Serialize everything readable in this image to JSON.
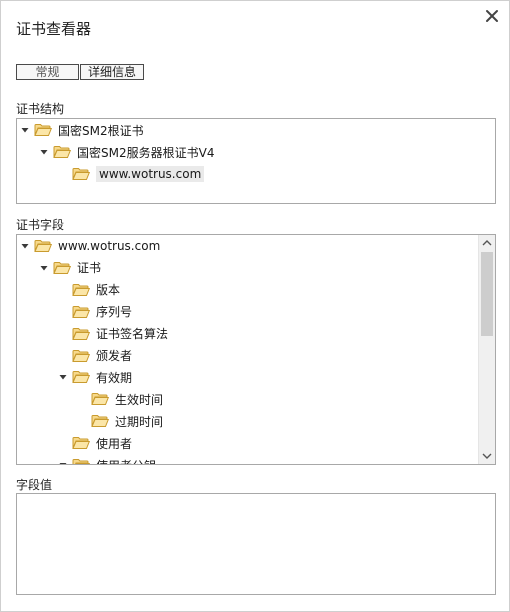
{
  "window": {
    "title": "证书查看器"
  },
  "tabs": [
    {
      "label": "常规"
    },
    {
      "label": "详细信息"
    }
  ],
  "cert_path": {
    "label": "证书结构",
    "items": [
      {
        "label": "国密SM2根证书",
        "level": 0,
        "expanded": true
      },
      {
        "label": "国密SM2服务器根证书V4",
        "level": 1,
        "expanded": true
      },
      {
        "label": "www.wotrus.com",
        "level": 2,
        "selected": true
      }
    ]
  },
  "cert_fields": {
    "label": "证书字段",
    "items": [
      {
        "label": "www.wotrus.com",
        "level": 0,
        "expanded": true
      },
      {
        "label": "证书",
        "level": 1,
        "expanded": true
      },
      {
        "label": "版本",
        "level": 2
      },
      {
        "label": "序列号",
        "level": 2
      },
      {
        "label": "证书签名算法",
        "level": 2
      },
      {
        "label": "颁发者",
        "level": 2
      },
      {
        "label": "有效期",
        "level": 2,
        "expanded": true
      },
      {
        "label": "生效时间",
        "level": 3
      },
      {
        "label": "过期时间",
        "level": 3
      },
      {
        "label": "使用者",
        "level": 2
      },
      {
        "label": "使用者公钥",
        "level": 2,
        "expanded": true
      }
    ]
  },
  "field_value": {
    "label": "字段值",
    "value": ""
  },
  "colors": {
    "folder_fill": "#f7d98b",
    "folder_stroke": "#c99b2e",
    "triangle": "#3a3a3a"
  }
}
